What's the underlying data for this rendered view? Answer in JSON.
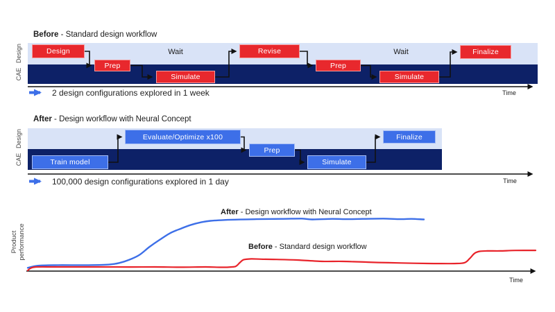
{
  "colors": {
    "lane_light": "#d9e3f7",
    "lane_dark": "#0d2167",
    "task_red": "#e8282d",
    "task_blue": "#3d6fe8",
    "line_blue": "#3d6fe8",
    "line_red": "#e8232a",
    "connector_black": "#111111"
  },
  "before": {
    "title_bold": "Before",
    "title_rest": " - Standard design workflow",
    "lane_design": "Design",
    "lane_cae": "CAE",
    "boxes": [
      "Design",
      "Prep",
      "Simulate",
      "Revise",
      "Prep",
      "Simulate",
      "Finalize"
    ],
    "waits": [
      "Wait",
      "Wait"
    ],
    "time_label": "Time",
    "legend": "2 design configurations explored in 1 week"
  },
  "after": {
    "title_bold": "After",
    "title_rest": " - Design workflow with Neural Concept",
    "lane_design": "Design",
    "lane_cae": "CAE",
    "boxes": [
      "Train model",
      "Evaluate/Optimize x100",
      "Prep",
      "Simulate",
      "Finalize"
    ],
    "time_label": "Time",
    "legend": "100,000 design configurations explored in 1 day"
  },
  "chart": {
    "ylabel_line1": "Product",
    "ylabel_line2": "performance",
    "time_label": "Time",
    "after_bold": "After",
    "after_rest": " - Design workflow with Neural Concept",
    "before_bold": "Before",
    "before_rest": " - Standard design workflow"
  },
  "chart_data": {
    "type": "line",
    "title": "",
    "xlabel": "Time",
    "ylabel": "Product performance",
    "x_axis": {
      "min": 0,
      "max": 100,
      "ticks": "none (unlabeled qualitative time axis)"
    },
    "y_axis": {
      "min": 0,
      "max": 100,
      "ticks": "none (unlabeled qualitative performance axis)"
    },
    "legend_position": "labels above each curve",
    "grid": false,
    "series": [
      {
        "name": "After - Design workflow with Neural Concept",
        "color": "#3d6fe8",
        "points": [
          [
            0,
            6
          ],
          [
            2,
            10
          ],
          [
            6,
            11
          ],
          [
            12,
            11
          ],
          [
            16,
            12
          ],
          [
            18,
            15
          ],
          [
            20,
            21
          ],
          [
            22,
            30
          ],
          [
            24,
            45
          ],
          [
            26,
            58
          ],
          [
            28,
            70
          ],
          [
            30,
            78
          ],
          [
            32,
            85
          ],
          [
            34,
            90
          ],
          [
            36,
            93
          ],
          [
            40,
            95
          ],
          [
            45,
            96
          ],
          [
            50,
            96.5
          ],
          [
            54,
            97
          ],
          [
            56,
            95.5
          ],
          [
            60,
            96.5
          ],
          [
            63,
            96
          ],
          [
            66,
            96.5
          ],
          [
            70,
            97
          ],
          [
            73,
            96
          ],
          [
            75.5,
            96.5
          ],
          [
            78,
            95.5
          ]
        ]
      },
      {
        "name": "Before - Standard design workflow",
        "color": "#e8232a",
        "points": [
          [
            0,
            1
          ],
          [
            0.5,
            5
          ],
          [
            1.5,
            7.5
          ],
          [
            5,
            7.7
          ],
          [
            10,
            7.7
          ],
          [
            15,
            7.7
          ],
          [
            20,
            7.5
          ],
          [
            25,
            7.7
          ],
          [
            30,
            7.2
          ],
          [
            35,
            7.7
          ],
          [
            38,
            7
          ],
          [
            40,
            7.5
          ],
          [
            41,
            9
          ],
          [
            41.8,
            16
          ],
          [
            42.5,
            21
          ],
          [
            44,
            22.5
          ],
          [
            46,
            22
          ],
          [
            49,
            21.5
          ],
          [
            53,
            20.5
          ],
          [
            58,
            18
          ],
          [
            62,
            18
          ],
          [
            67,
            16.5
          ],
          [
            71,
            15.5
          ],
          [
            76,
            14.5
          ],
          [
            80,
            14
          ],
          [
            84,
            14
          ],
          [
            86,
            15.5
          ],
          [
            87,
            23
          ],
          [
            88,
            33
          ],
          [
            89,
            36.5
          ],
          [
            90.5,
            37.3
          ],
          [
            93,
            37.3
          ],
          [
            96,
            38.2
          ],
          [
            100,
            38.3
          ]
        ]
      }
    ]
  }
}
